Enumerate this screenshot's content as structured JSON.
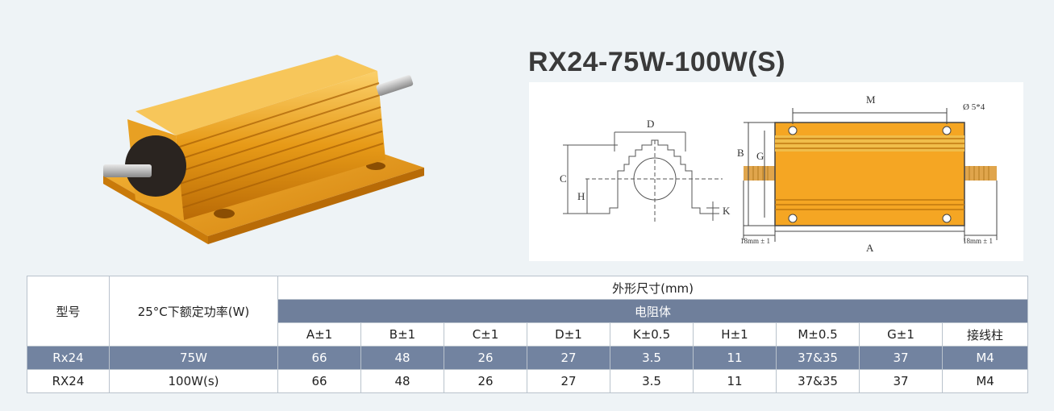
{
  "product": {
    "title": "RX24-75W-100W(S)"
  },
  "drawing": {
    "labels": {
      "D": "D",
      "C": "C",
      "H": "H",
      "K": "K",
      "M": "M",
      "B": "B",
      "G": "G",
      "A": "A",
      "hole": "Ø 5*4",
      "lead_left": "18mm ± 1",
      "lead_right": "18mm ± 1"
    }
  },
  "colors": {
    "gold": "#f4a21c",
    "band": "#6f7f9b"
  },
  "table": {
    "h_model": "型号",
    "h_power": "25°C下额定功率(W)",
    "h_dims": "外形尺寸(mm)",
    "h_body": "电阻体",
    "cols": [
      "A±1",
      "B±1",
      "C±1",
      "D±1",
      "K±0.5",
      "H±1",
      "M±0.5",
      "G±1",
      "接线柱"
    ],
    "rows": [
      {
        "model": "Rx24",
        "power": "75W",
        "vals": [
          "66",
          "48",
          "26",
          "27",
          "3.5",
          "11",
          "37&35",
          "37",
          "M4"
        ]
      },
      {
        "model": "RX24",
        "power": "100W(s)",
        "vals": [
          "66",
          "48",
          "26",
          "27",
          "3.5",
          "11",
          "37&35",
          "37",
          "M4"
        ]
      }
    ]
  }
}
